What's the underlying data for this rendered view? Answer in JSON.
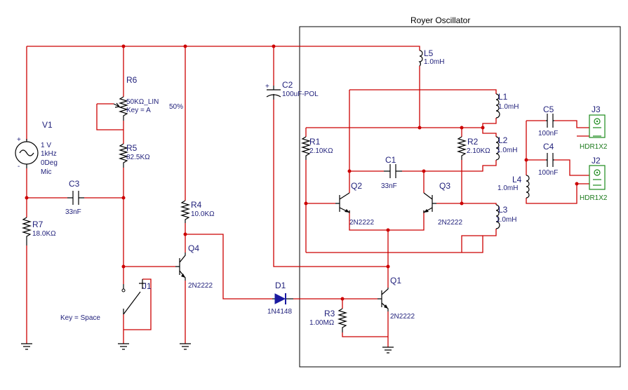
{
  "title": "Royer Oscillator",
  "colors": {
    "wire": "#cc0000",
    "component": "#000000",
    "label": "#1f1f7a",
    "connector": "#1c8a1c",
    "box": "#000000"
  },
  "components": {
    "V1": {
      "ref": "V1",
      "lines": [
        "1 V",
        "1kHz",
        "0Deg",
        "Mic"
      ]
    },
    "R6": {
      "ref": "R6",
      "value": "50KΩ_LIN",
      "key": "Key = A",
      "percent": "50%"
    },
    "R5": {
      "ref": "R5",
      "value": "82.5KΩ"
    },
    "R7": {
      "ref": "R7",
      "value": "18.0KΩ"
    },
    "C3": {
      "ref": "C3",
      "value": "33nF"
    },
    "R4": {
      "ref": "R4",
      "value": "10.0KΩ"
    },
    "Q4": {
      "ref": "Q4",
      "value": "2N2222"
    },
    "J1": {
      "ref": "J1",
      "key": "Key = Space"
    },
    "D1": {
      "ref": "D1",
      "value": "1N4148"
    },
    "R3": {
      "ref": "R3",
      "value": "1.00MΩ"
    },
    "Q1": {
      "ref": "Q1",
      "value": "2N2222"
    },
    "C2": {
      "ref": "C2",
      "value": "100uF-POL",
      "plus": "+"
    },
    "L5": {
      "ref": "L5",
      "value": "1.0mH"
    },
    "L1": {
      "ref": "L1",
      "value": "1.0mH"
    },
    "L2": {
      "ref": "L2",
      "value": "1.0mH"
    },
    "L3": {
      "ref": "L3",
      "value": "1.0mH"
    },
    "L4": {
      "ref": "L4",
      "value": "1.0mH"
    },
    "R1": {
      "ref": "R1",
      "value": "2.10KΩ"
    },
    "R2": {
      "ref": "R2",
      "value": "2.10KΩ"
    },
    "C1": {
      "ref": "C1",
      "value": "33nF"
    },
    "Q2": {
      "ref": "Q2",
      "value": "2N2222"
    },
    "Q3": {
      "ref": "Q3",
      "value": "2N2222"
    },
    "C5": {
      "ref": "C5",
      "value": "100nF"
    },
    "C4": {
      "ref": "C4",
      "value": "100nF"
    },
    "J3": {
      "ref": "J3",
      "value": "HDR1X2"
    },
    "J2": {
      "ref": "J2",
      "value": "HDR1X2"
    }
  }
}
